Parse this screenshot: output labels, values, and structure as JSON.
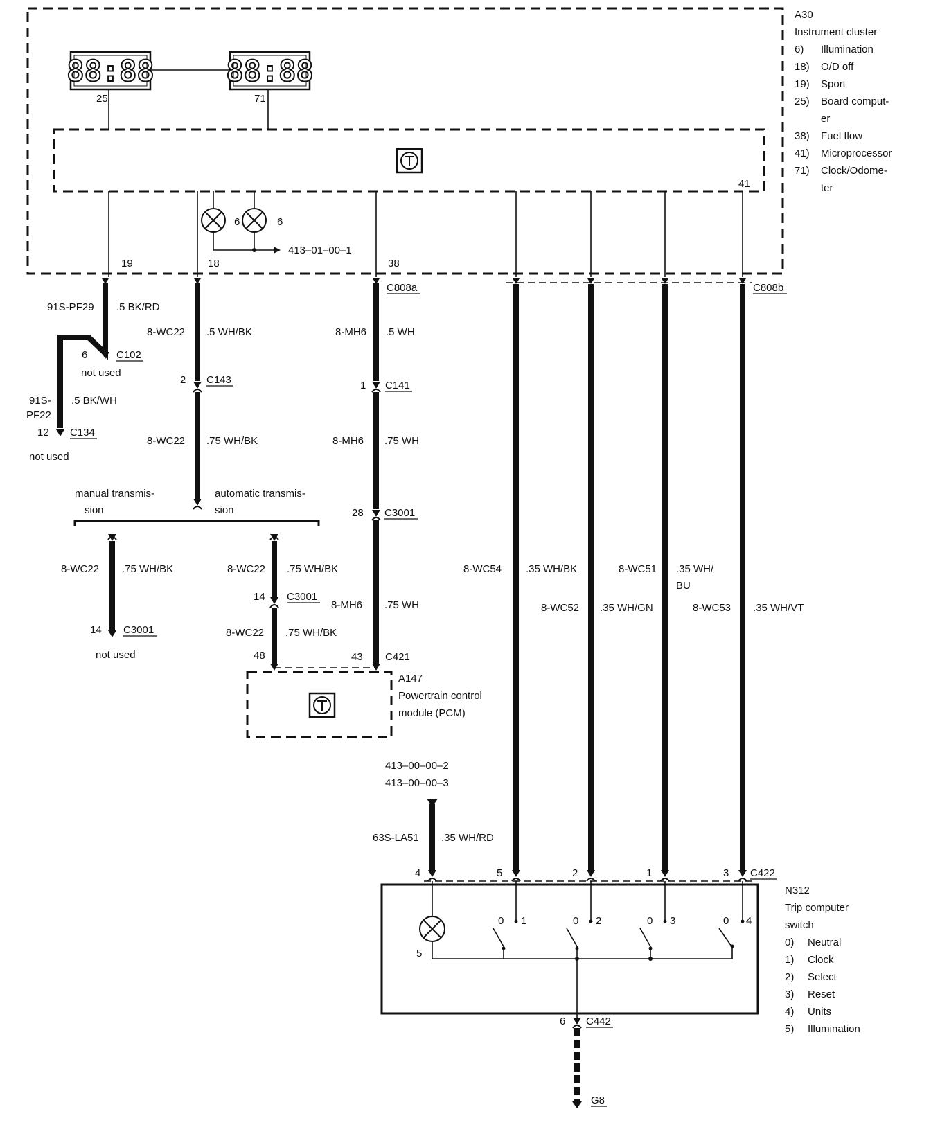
{
  "a30": {
    "id": "A30",
    "name": "Instrument cluster",
    "legend": [
      {
        "num": "6)",
        "text": "Illumination"
      },
      {
        "num": "18)",
        "text": "O/D off"
      },
      {
        "num": "19)",
        "text": "Sport"
      },
      {
        "num": "25)",
        "text": "Board comput-"
      },
      {
        "num": "",
        "text": "er"
      },
      {
        "num": "38)",
        "text": "Fuel flow"
      },
      {
        "num": "41)",
        "text": "Microprocessor"
      },
      {
        "num": "71)",
        "text": "Clock/Odome-"
      },
      {
        "num": "",
        "text": "ter"
      }
    ],
    "display_text": "88:88",
    "display1_pin": "25",
    "display2_pin": "71",
    "lamp_pin": "6",
    "bus_pin": "41",
    "ref": "413–01–00–1",
    "pin19": "19",
    "pin18": "18",
    "pin38": "38"
  },
  "connectors": {
    "c808a": "C808a",
    "c808b": "C808b",
    "c102": "C102",
    "c102_pin": "6",
    "c134": "C134",
    "c134_pin": "12",
    "c143": "C143",
    "c143_pin": "2",
    "c141": "C141",
    "c141_pin": "1",
    "c3001": "C3001",
    "c3001_pin28": "28",
    "c3001_pin14": "14",
    "c421": "C421",
    "c421_pin48": "48",
    "c421_pin43": "43",
    "c422": "C422",
    "c442": "C442",
    "c442_pin": "6",
    "g8": "G8"
  },
  "wires": {
    "w91s_pf29": "91S-PF29",
    "w91s_pf29_color": ".5 BK/RD",
    "w91s_pf22_a": "91S-",
    "w91s_pf22_b": "PF22",
    "w91s_pf22_color": ".5 BK/WH",
    "wc22": "8-WC22",
    "wc22_color_small": ".5 WH/BK",
    "wc22_color": ".75 WH/BK",
    "mh6": "8-MH6",
    "mh6_color_small": ".5 WH",
    "mh6_color": ".75 WH",
    "wc54": "8-WC54",
    "wc54_color": ".35 WH/BK",
    "wc52": "8-WC52",
    "wc52_color": ".35 WH/GN",
    "wc51": "8-WC51",
    "wc51_color_a": ".35 WH/",
    "wc51_color_b": "BU",
    "wc53": "8-WC53",
    "wc53_color": ".35 WH/VT",
    "la51": "63S-LA51",
    "la51_color": ".35 WH/RD"
  },
  "notes": {
    "not_used": "not used",
    "manual_a": "manual transmis-",
    "manual_b": "sion",
    "auto_a": "automatic transmis-",
    "auto_b": "sion",
    "ref1": "413–00–00–2",
    "ref2": "413–00–00–3"
  },
  "a147": {
    "id": "A147",
    "line1": "Powertrain control",
    "line2": "module (PCM)"
  },
  "n312": {
    "id": "N312",
    "line1": "Trip computer",
    "line2": "switch",
    "legend": [
      {
        "num": "0)",
        "text": "Neutral"
      },
      {
        "num": "1)",
        "text": "Clock"
      },
      {
        "num": "2)",
        "text": "Select"
      },
      {
        "num": "3)",
        "text": "Reset"
      },
      {
        "num": "4)",
        "text": "Units"
      },
      {
        "num": "5)",
        "text": "Illumination"
      }
    ],
    "pin4": "4",
    "pin5": "5",
    "pin2": "2",
    "pin1": "1",
    "pin3": "3",
    "switch_zero": "0",
    "switch_positions": [
      "1",
      "2",
      "3",
      "4"
    ],
    "lamp_num": "5"
  }
}
